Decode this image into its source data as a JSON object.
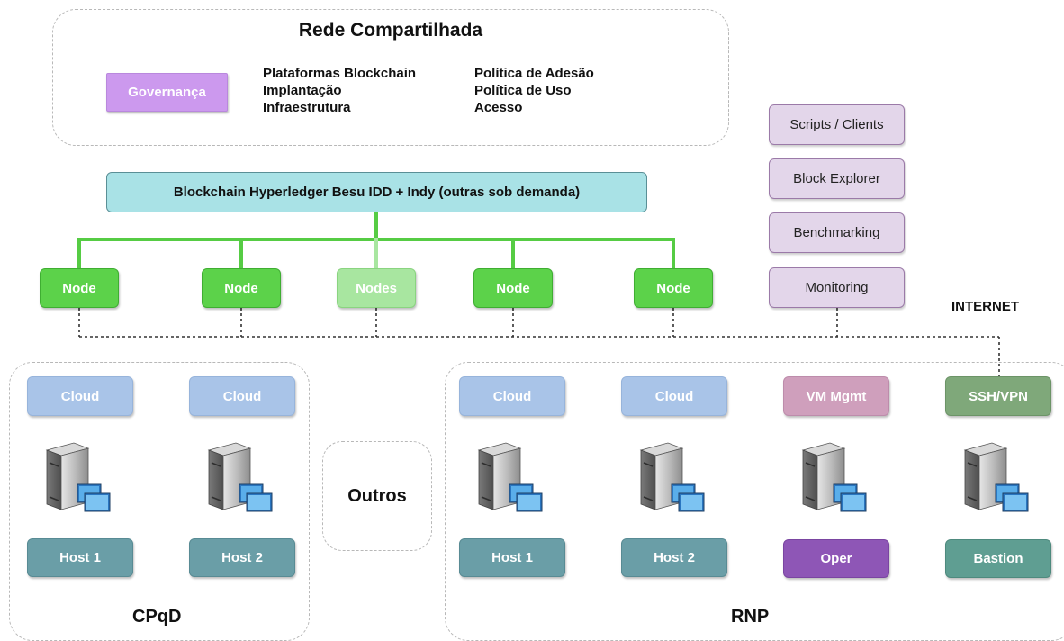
{
  "shared_network": {
    "title": "Rede Compartilhada",
    "governance": "Governança",
    "col1": [
      "Plataformas Blockchain",
      "Implantação",
      "Infraestrutura"
    ],
    "col2": [
      "Política de Adesão",
      "Política de Uso",
      "Acesso"
    ]
  },
  "blockchain": {
    "label": "Blockchain Hyperledger Besu IDD + Indy (outras sob demanda)"
  },
  "nodes": [
    "Node",
    "Node",
    "Nodes",
    "Node",
    "Node"
  ],
  "tools": [
    "Scripts / Clients",
    "Block Explorer",
    "Benchmarking",
    "Monitoring"
  ],
  "internet_label": "INTERNET",
  "cpqd": {
    "title": "CPqD",
    "clouds": [
      "Cloud",
      "Cloud"
    ],
    "hosts": [
      "Host 1",
      "Host 2"
    ]
  },
  "others": {
    "label": "Outros"
  },
  "rnp": {
    "title": "RNP",
    "top": [
      "Cloud",
      "Cloud",
      "VM Mgmt",
      "SSH/VPN"
    ],
    "bottom": [
      "Host 1",
      "Host 2",
      "Oper",
      "Bastion"
    ]
  },
  "colors": {
    "node": "#5cd24a",
    "node_light": "#a8e6a0",
    "cloud": "#a9c4e8",
    "host": "#6a9ea7",
    "vm_mgmt": "#cf9fbc",
    "ssh_vpn": "#7fa87a",
    "oper": "#8e56b6",
    "bastion": "#5f9e92",
    "governance": "#cc99ee",
    "tool": "#e3d6ea",
    "blockchain": "#a9e2e6"
  }
}
